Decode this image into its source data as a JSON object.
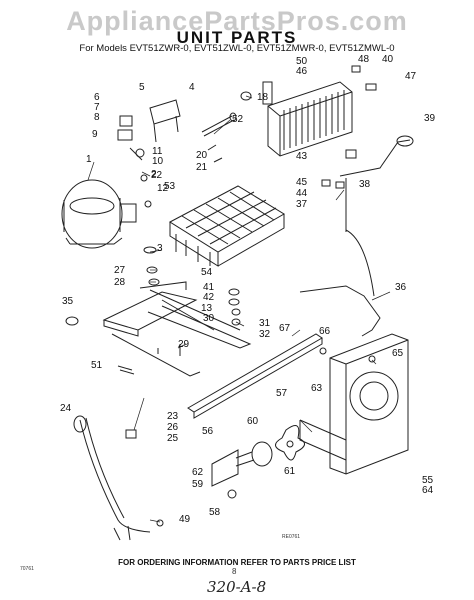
{
  "watermark": "AppliancePartsPros.com",
  "title": "UNIT PARTS",
  "subtitle": "For Models EVT51ZWR-0, EVT51ZWL-0, EVT51ZMWR-0, EVT51ZMWL-0",
  "callouts": [
    "1",
    "2",
    "3",
    "4",
    "5",
    "6",
    "7",
    "8",
    "9",
    "10",
    "11",
    "12",
    "13",
    "18",
    "20",
    "21",
    "22",
    "23",
    "24",
    "25",
    "26",
    "27",
    "28",
    "29",
    "30",
    "31",
    "32",
    "35",
    "36",
    "37",
    "38",
    "39",
    "40",
    "41",
    "42",
    "43",
    "44",
    "45",
    "46",
    "47",
    "48",
    "49",
    "50",
    "51",
    "52",
    "53",
    "54",
    "55",
    "56",
    "57",
    "58",
    "59",
    "60",
    "61",
    "62",
    "63",
    "64",
    "65",
    "66",
    "67"
  ],
  "footer": "FOR ORDERING INFORMATION REFER TO PARTS PRICE LIST",
  "page_number": "8",
  "handwritten_note": "320-A-8",
  "figure_code": "RE0761",
  "corner_code": "70761"
}
